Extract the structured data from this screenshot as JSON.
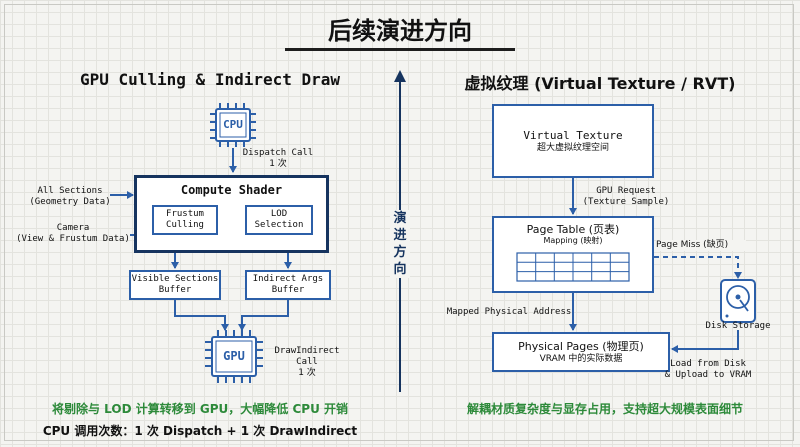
{
  "title": "后续演进方向",
  "center_label": [
    "演",
    "进",
    "方",
    "向"
  ],
  "left": {
    "title": "GPU Culling & Indirect Draw",
    "cpu_chip": "CPU",
    "gpu_chip": "GPU",
    "dispatch_call": [
      "Dispatch Call",
      "1 次"
    ],
    "input_sections": [
      "All Sections",
      "(Geometry Data)"
    ],
    "input_camera": [
      "Camera",
      "(View & Frustum Data)"
    ],
    "compute_shader": "Compute Shader",
    "frustum_culling": [
      "Frustum",
      "Culling"
    ],
    "lod_selection": [
      "LOD",
      "Selection"
    ],
    "visible_buffer": [
      "Visible Sections",
      "Buffer"
    ],
    "indirect_buffer": [
      "Indirect Args",
      "Buffer"
    ],
    "draw_indirect": [
      "DrawIndirect Call",
      "1 次"
    ],
    "caption_green": "将剔除与 LOD 计算转移到 GPU，大幅降低 CPU 开销",
    "caption_black": "CPU 调用次数：1 次 Dispatch + 1 次 DrawIndirect"
  },
  "right": {
    "title": "虚拟纹理 (Virtual Texture / RVT)",
    "virtual_texture": [
      "Virtual Texture",
      "超大虚拟纹理空间"
    ],
    "gpu_request": [
      "GPU Request",
      "(Texture Sample)"
    ],
    "page_table": [
      "Page Table (页表)",
      "Mapping (映射)"
    ],
    "page_miss": "Page Miss (缺页)",
    "disk_storage": "Disk Storage",
    "mapped_physical": "Mapped Physical Address",
    "physical_pages": [
      "Physical Pages (物理页)",
      "VRAM 中的实际数据"
    ],
    "load_from_disk": [
      "Load from Disk",
      "& Upload to VRAM"
    ],
    "caption_green": "解耦材质复杂度与显存占用，支持超大规模表面细节"
  },
  "colors": {
    "accent": "#2c5fa8",
    "dark_accent": "#16345f",
    "green": "#2d8a3a"
  }
}
